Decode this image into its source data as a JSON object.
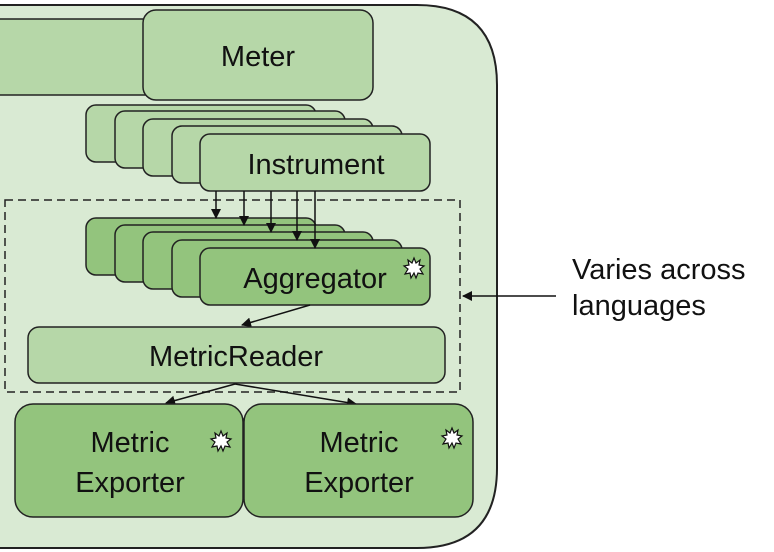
{
  "colors": {
    "container_fill": "#d9ead3",
    "light_green": "#b6d7a8",
    "medium_green": "#93c47d",
    "stroke": "#222222"
  },
  "nodes": {
    "meter": "Meter",
    "instrument": "Instrument",
    "aggregator": "Aggregator",
    "metric_reader": "MetricReader",
    "exporter_1": {
      "line1": "Metric",
      "line2": "Exporter"
    },
    "exporter_2": {
      "line1": "Metric",
      "line2": "Exporter"
    }
  },
  "annotation": {
    "line1": "Varies across",
    "line2": "languages"
  },
  "icons": {
    "plugin_marker": "starburst-icon"
  }
}
